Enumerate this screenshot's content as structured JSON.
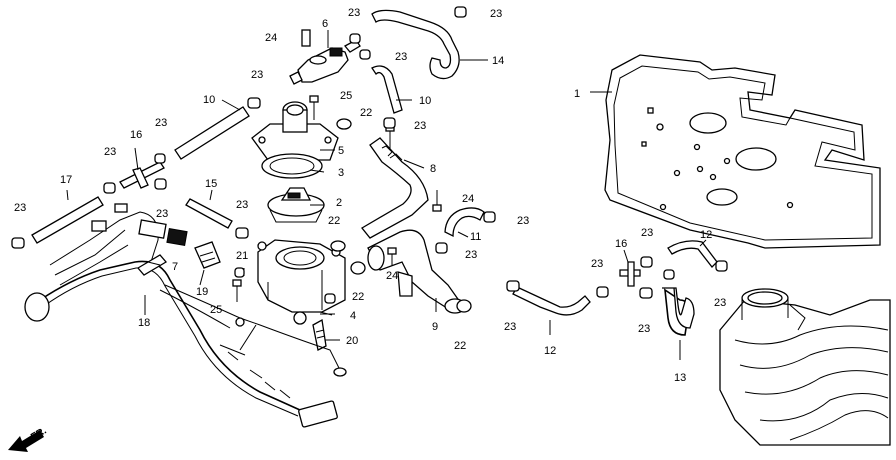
{
  "diagram": {
    "callouts": [
      {
        "id": "c1",
        "text": "1"
      },
      {
        "id": "c2",
        "text": "2"
      },
      {
        "id": "c3",
        "text": "3"
      },
      {
        "id": "c4",
        "text": "4"
      },
      {
        "id": "c5",
        "text": "5"
      },
      {
        "id": "c6",
        "text": "6"
      },
      {
        "id": "c7",
        "text": "7"
      },
      {
        "id": "c8",
        "text": "8"
      },
      {
        "id": "c9",
        "text": "9"
      },
      {
        "id": "c10a",
        "text": "10"
      },
      {
        "id": "c10b",
        "text": "10"
      },
      {
        "id": "c11",
        "text": "11"
      },
      {
        "id": "c12a",
        "text": "12"
      },
      {
        "id": "c12b",
        "text": "12"
      },
      {
        "id": "c13",
        "text": "13"
      },
      {
        "id": "c14",
        "text": "14"
      },
      {
        "id": "c15",
        "text": "15"
      },
      {
        "id": "c16a",
        "text": "16"
      },
      {
        "id": "c16b",
        "text": "16"
      },
      {
        "id": "c17",
        "text": "17"
      },
      {
        "id": "c18",
        "text": "18"
      },
      {
        "id": "c19",
        "text": "19"
      },
      {
        "id": "c20",
        "text": "20"
      },
      {
        "id": "c21",
        "text": "21"
      },
      {
        "id": "c22a",
        "text": "22"
      },
      {
        "id": "c22b",
        "text": "22"
      },
      {
        "id": "c22c",
        "text": "22"
      },
      {
        "id": "c22d",
        "text": "22"
      },
      {
        "id": "c23a",
        "text": "23"
      },
      {
        "id": "c23b",
        "text": "23"
      },
      {
        "id": "c23c",
        "text": "23"
      },
      {
        "id": "c23d",
        "text": "23"
      },
      {
        "id": "c23e",
        "text": "23"
      },
      {
        "id": "c23f",
        "text": "23"
      },
      {
        "id": "c23g",
        "text": "23"
      },
      {
        "id": "c23h",
        "text": "23"
      },
      {
        "id": "c23i",
        "text": "23"
      },
      {
        "id": "c23j",
        "text": "23"
      },
      {
        "id": "c23k",
        "text": "23"
      },
      {
        "id": "c23l",
        "text": "23"
      },
      {
        "id": "c23m",
        "text": "23"
      },
      {
        "id": "c23n",
        "text": "23"
      },
      {
        "id": "c23o",
        "text": "23"
      },
      {
        "id": "c23p",
        "text": "23"
      },
      {
        "id": "c23q",
        "text": "23"
      },
      {
        "id": "c24a",
        "text": "24"
      },
      {
        "id": "c24b",
        "text": "24"
      },
      {
        "id": "c24c",
        "text": "24"
      },
      {
        "id": "c25a",
        "text": "25"
      },
      {
        "id": "c25b",
        "text": "25"
      }
    ],
    "front_indicator": "FR."
  }
}
